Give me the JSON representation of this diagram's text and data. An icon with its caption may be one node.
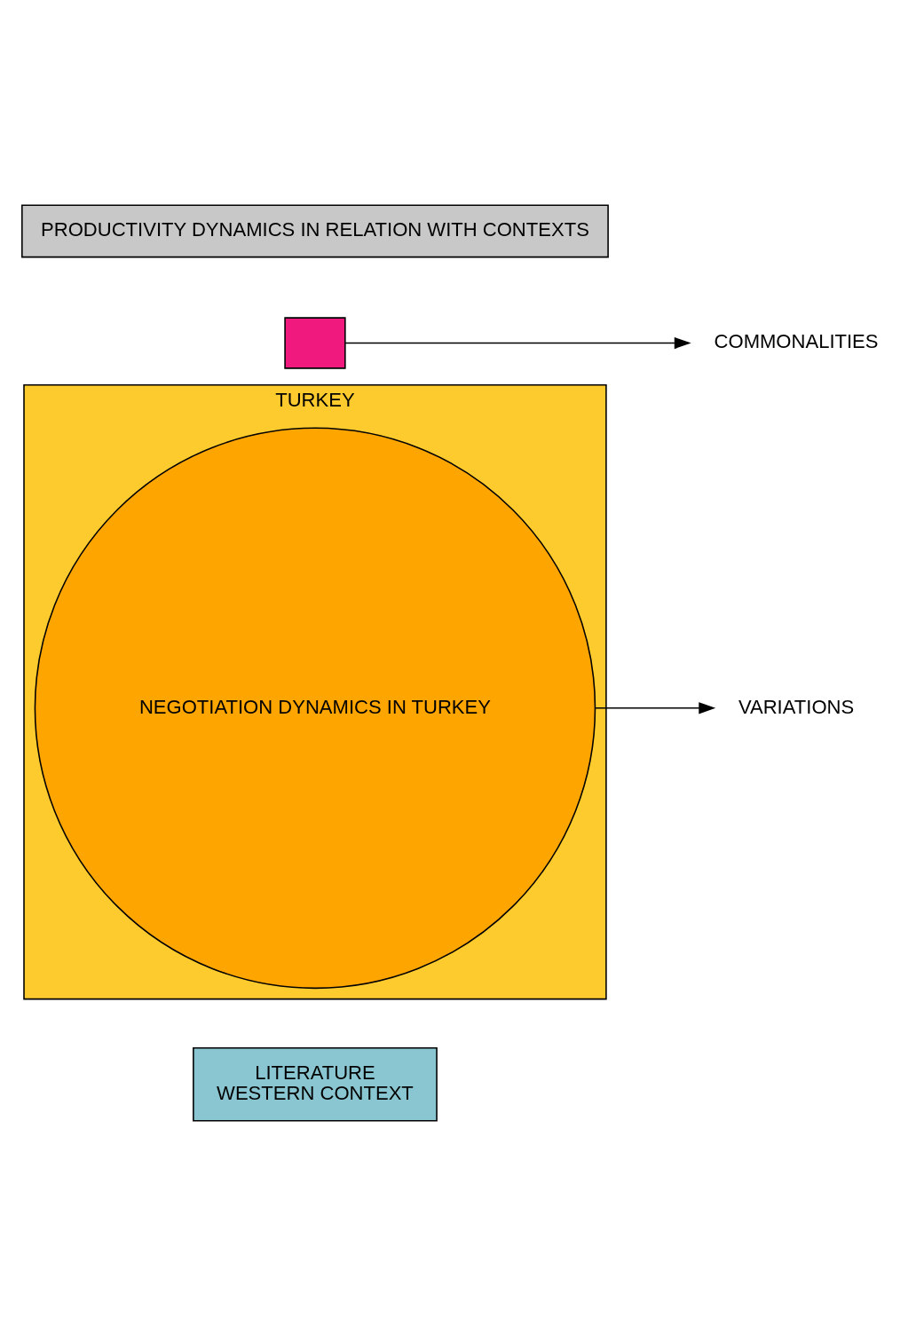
{
  "diagram": {
    "nodes": [
      {
        "text": [
          "LITERATURE",
          "WESTERN CONTEXT"
        ]
      },
      {
        "text": [
          "TURKEY"
        ]
      },
      {
        "text": [],
        "shape": "box"
      },
      {
        "text": [
          "NEGOTIATION DYNAMICS IN TURKEY"
        ],
        "in": 1
      },
      {
        "text": [
          "COMMONALITIES"
        ]
      },
      {
        "text": [
          "VARIATIONS"
        ]
      },
      {
        "text": [
          "PRODUCTIVITY DYNAMICS IN RELATION WITH CONTEXTS"
        ]
      }
    ],
    "edges": [
      {
        "from": 2,
        "to": 4,
        "arrow": "to"
      },
      {
        "from": 3,
        "to": 5,
        "arrow": "to"
      }
    ]
  }
}
